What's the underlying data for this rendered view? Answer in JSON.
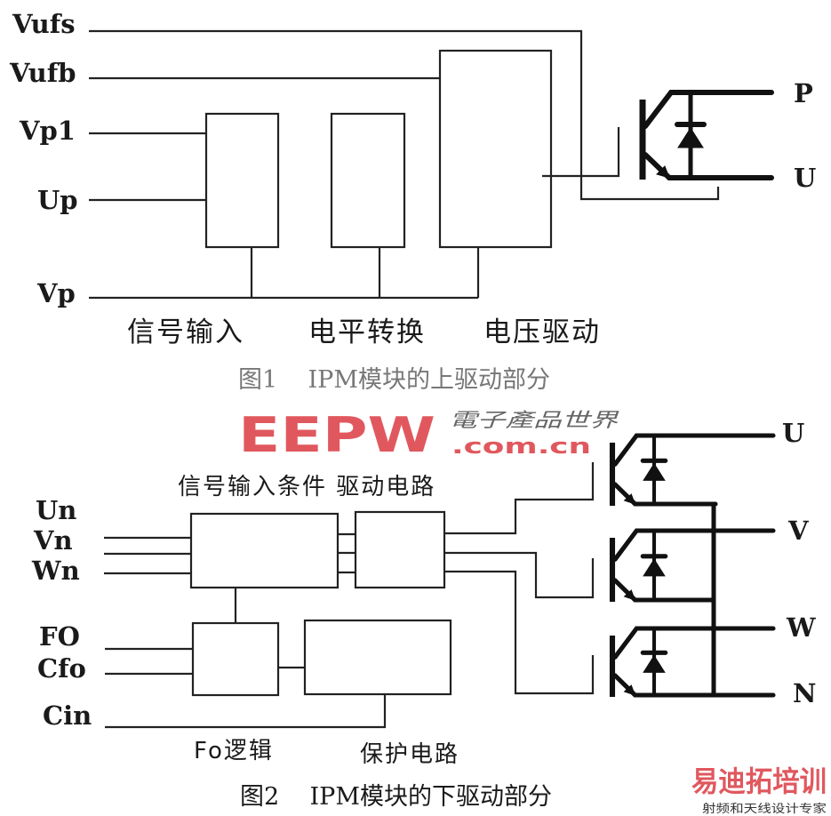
{
  "figure1": {
    "inputs": [
      "Vufs",
      "Vufb",
      "Vp1",
      "Up",
      "Vp"
    ],
    "outputs": [
      "P",
      "U"
    ],
    "blocks": [
      "信号输入",
      "电平转换",
      "电压驱动"
    ],
    "caption": "图1    IPM模块的上驱动部分"
  },
  "figure2": {
    "inputs": [
      "Un",
      "Vn",
      "Wn",
      "FO",
      "Cfo",
      "Cin"
    ],
    "outputs": [
      "U",
      "V",
      "W",
      "N"
    ],
    "top_label": "信号输入条件 驱动电路",
    "bottom_labels": [
      "Fo逻辑",
      "保护电路"
    ],
    "caption": "图2    IPM模块的下驱动部分"
  },
  "watermarks": {
    "eepw": "EEPW",
    "eepw_cn": "電子產品世界",
    "eepw_domain": ".com.cn",
    "corner": "易迪拓培训",
    "corner_sub": "射频和天线设计专家"
  },
  "colors": {
    "line": "#222222",
    "watermark": "#e0585e"
  }
}
